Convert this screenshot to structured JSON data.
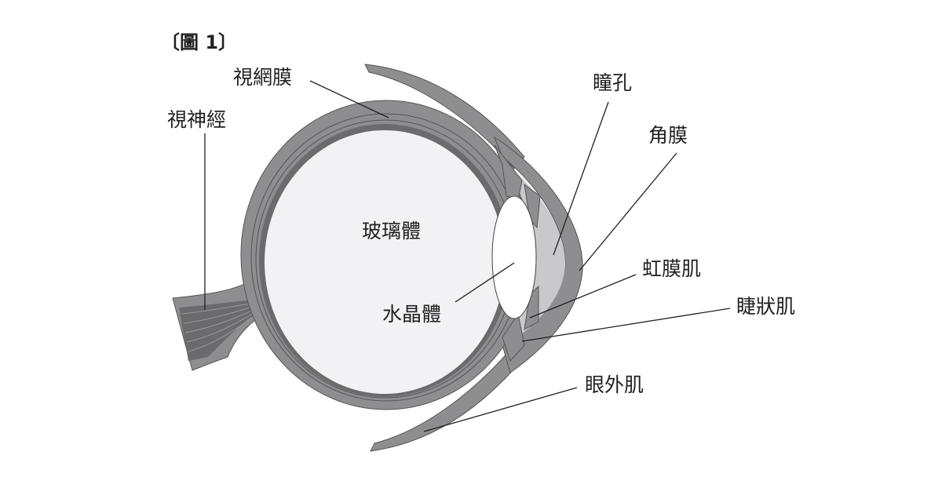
{
  "figure_label": "〔圖 1〕",
  "labels": {
    "retina": "視網膜",
    "optic_nerve": "視神經",
    "pupil": "瞳孔",
    "cornea": "角膜",
    "vitreous": "玻璃體",
    "lens": "水晶體",
    "iris_muscle": "虹膜肌",
    "ciliary_muscle": "睫狀肌",
    "extraocular_muscle": "眼外肌"
  },
  "colors": {
    "shell": "#8e8e90",
    "choroid": "#6b6b6d",
    "vitreous": "#f2f2f4",
    "aqueous": "#c9c9cb",
    "lens": "#ffffff",
    "line": "#231f20"
  }
}
